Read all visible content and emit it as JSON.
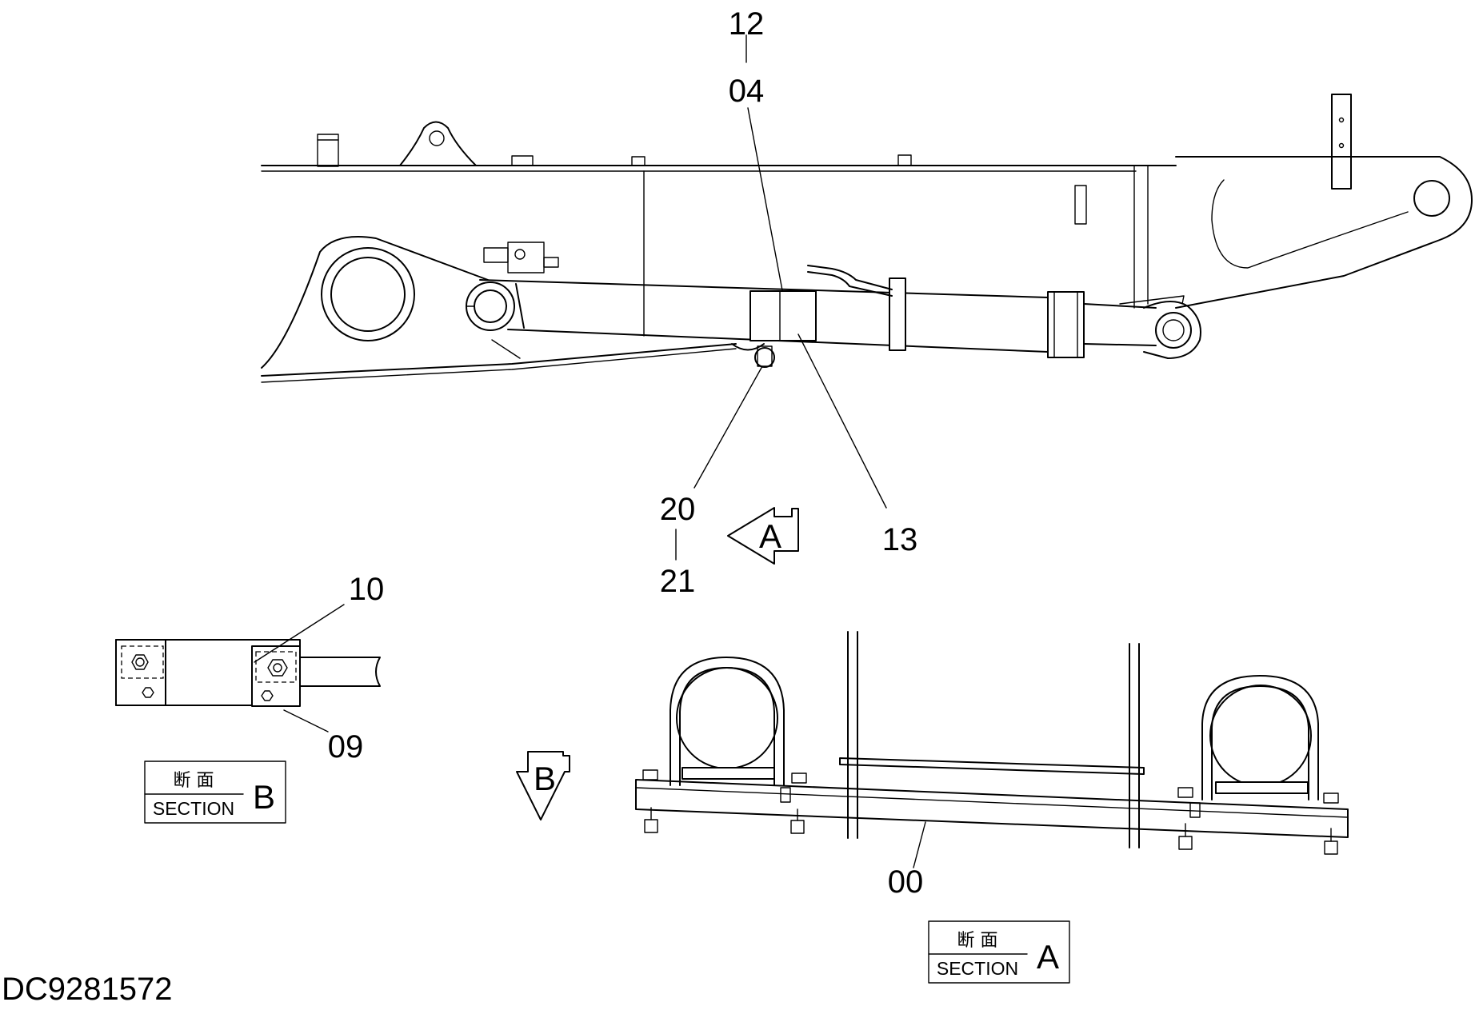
{
  "callouts": {
    "c12": "12",
    "c04": "04",
    "c20": "20",
    "c21": "21",
    "c13": "13",
    "c10": "10",
    "c09": "09",
    "c00": "00"
  },
  "view_markers": {
    "a": "A",
    "b": "B"
  },
  "section_b": {
    "kanji": "断 面",
    "label": "SECTION",
    "letter": "B"
  },
  "section_a": {
    "kanji": "断 面",
    "label": "SECTION",
    "letter": "A"
  },
  "drawing_number": "DC9281572"
}
